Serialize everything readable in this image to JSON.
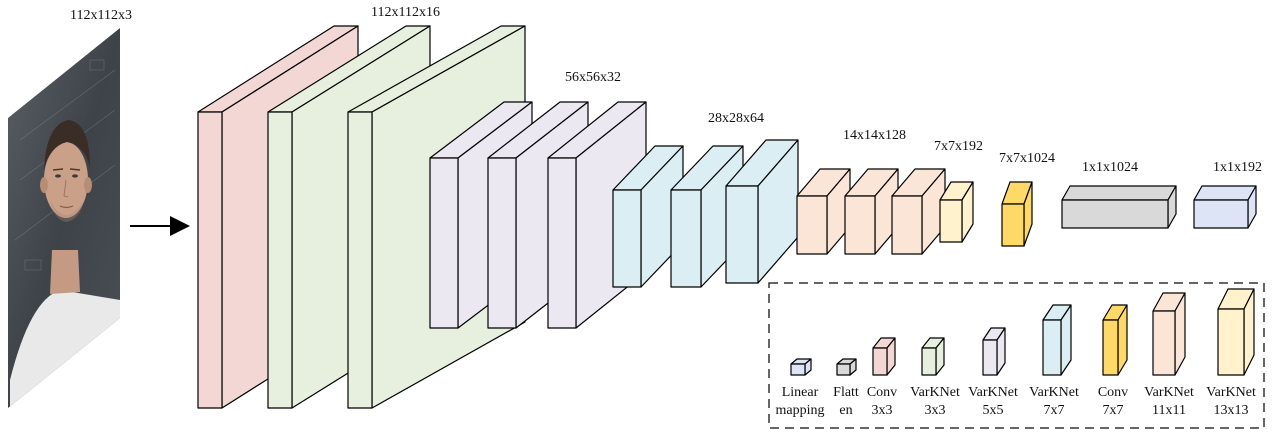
{
  "input_label": "112x112x3",
  "dimension_labels": [
    {
      "id": "dim-112x112x16",
      "text": "112x112x16"
    },
    {
      "id": "dim-56x56x32",
      "text": "56x56x32"
    },
    {
      "id": "dim-28x28x64",
      "text": "28x28x64"
    },
    {
      "id": "dim-14x14x128",
      "text": "14x14x128"
    },
    {
      "id": "dim-7x7x192",
      "text": "7x7x192"
    },
    {
      "id": "dim-7x7x1024",
      "text": "7x7x1024"
    },
    {
      "id": "dim-1x1x1024",
      "text": "1x1x1024"
    },
    {
      "id": "dim-1x1x192",
      "text": "1x1x192"
    }
  ],
  "legend": {
    "items": [
      {
        "line1": "Linear",
        "line2": "mapping",
        "color": "#dce4f5"
      },
      {
        "line1": "Flatt",
        "line2": "en",
        "color": "#d9d9d9"
      },
      {
        "line1": "Conv",
        "line2": "3x3",
        "color": "#f2d7d5"
      },
      {
        "line1": "VarKNet",
        "line2": "3x3",
        "color": "#e7f0de"
      },
      {
        "line1": "VarKNet",
        "line2": "5x5",
        "color": "#ebe8f2"
      },
      {
        "line1": "VarKNet",
        "line2": "7x7",
        "color": "#daeef3"
      },
      {
        "line1": "Conv",
        "line2": "7x7",
        "color": "#ffd966"
      },
      {
        "line1": "VarKNet",
        "line2": "11x11",
        "color": "#fbe5d6"
      },
      {
        "line1": "VarKNet",
        "line2": "13x13",
        "color": "#fff2cc"
      }
    ]
  },
  "colors": {
    "conv3x3": "#f2d7d5",
    "varknet3x3": "#e7f0de",
    "varknet5x5": "#ebe8f2",
    "varknet7x7": "#daeef3",
    "varknet11x11": "#fbe5d6",
    "varknet13x13": "#fff2cc",
    "conv7x7": "#ffd966",
    "flatten": "#d9d9d9",
    "linear": "#dce4f5",
    "stroke": "#000000"
  }
}
